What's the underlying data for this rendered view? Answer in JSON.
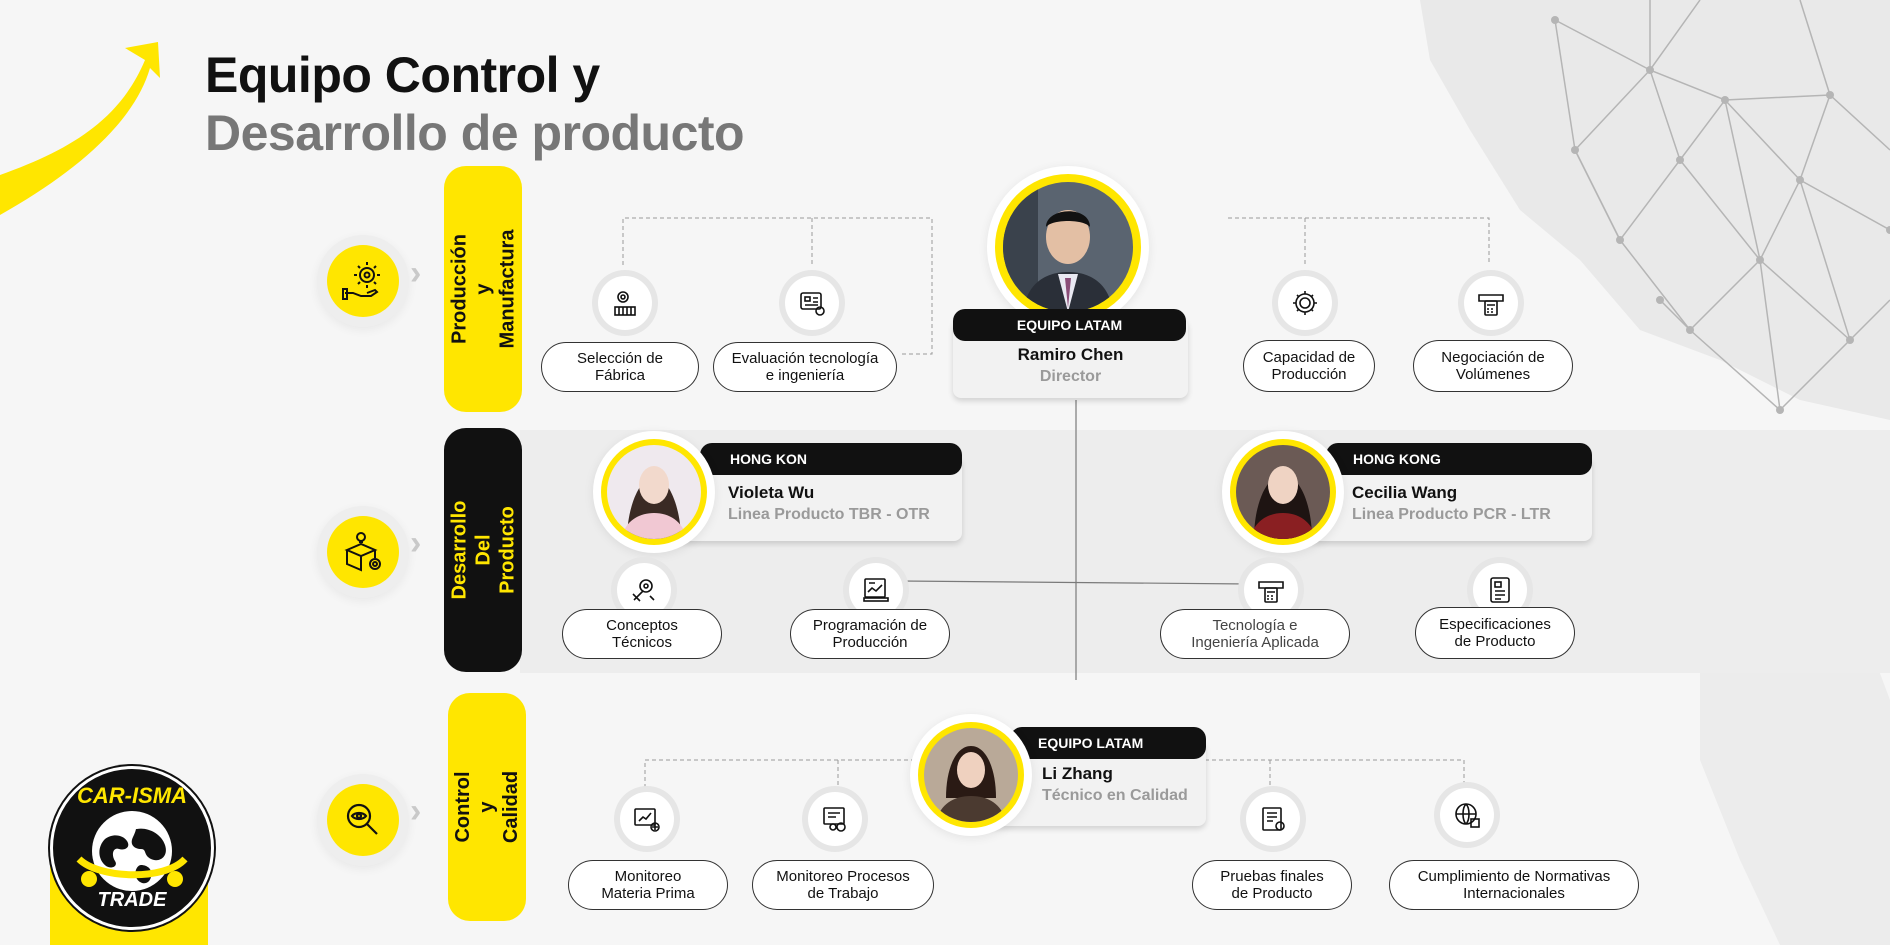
{
  "title": {
    "line1": "Equipo Control y",
    "line2": "Desarrollo de producto"
  },
  "sections": {
    "production": "Producción y Manufactura",
    "development": "Desarrollo Del Producto",
    "quality": "Control y Calidad"
  },
  "director": {
    "tag": "EQUIPO LATAM",
    "name": "Ramiro Chen",
    "role": "Director"
  },
  "violeta": {
    "tag": "HONG KON",
    "name": "Violeta Wu",
    "role": "Linea Producto TBR - OTR"
  },
  "cecilia": {
    "tag": "HONG KONG",
    "name": "Cecilia  Wang",
    "role": "Linea Producto PCR - LTR"
  },
  "lizhang": {
    "tag": "EQUIPO LATAM",
    "name": "Li Zhang",
    "role": "Técnico en Calidad"
  },
  "nodes": {
    "seleccion": "Selección de Fábrica",
    "evaluacion": "Evaluación tecnología e ingeniería",
    "capacidad": "Capacidad de Producción",
    "negociacion": "Negociación de Volúmenes",
    "conceptos": "Conceptos Técnicos",
    "programacion": "Programación de Producción",
    "tecnologia": "Tecnología e Ingeniería Aplicada",
    "especificaciones": "Especificaciones de Producto",
    "materia": "Monitoreo Materia Prima",
    "procesos": "Monitoreo Procesos de Trabajo",
    "pruebas": "Pruebas finales de Producto",
    "cumplimiento": "Cumplimiento de Normativas Internacionales"
  },
  "logo": {
    "top": "CAR-ISMA",
    "bottom": "TRADE"
  },
  "colors": {
    "accent": "#ffe600",
    "dark": "#111111",
    "muted": "#777777"
  }
}
